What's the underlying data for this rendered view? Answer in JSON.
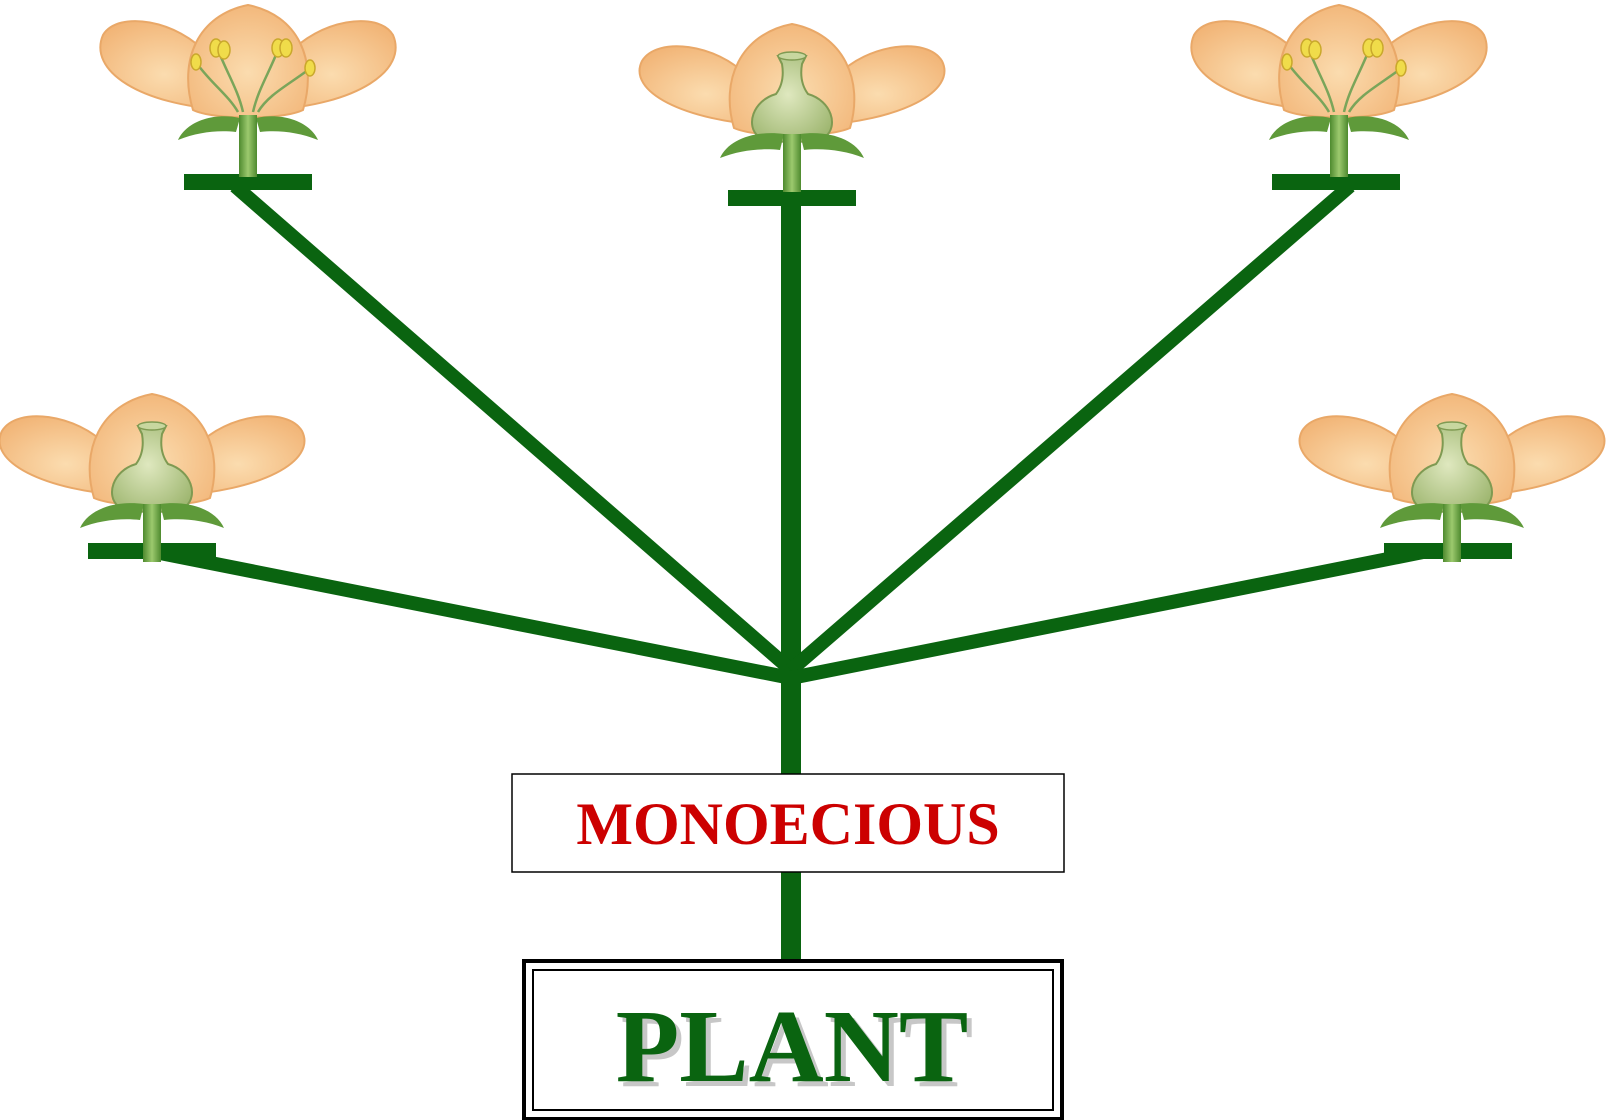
{
  "labels": {
    "monoecious": "MONOECIOUS",
    "plant": "PLANT"
  },
  "flowers": [
    {
      "id": "top-left",
      "type": "male"
    },
    {
      "id": "top-center",
      "type": "female"
    },
    {
      "id": "top-right",
      "type": "male"
    },
    {
      "id": "middle-left",
      "type": "female"
    },
    {
      "id": "middle-right",
      "type": "female"
    }
  ],
  "colors": {
    "stem": "#0a6410",
    "monoecious_text": "#cc0000",
    "plant_text": "#0a6410",
    "petal": "#f7c38a",
    "petal_shade": "#ecae6e",
    "pistil": "#b5c98a",
    "sepal": "#5f9a3a",
    "stamen": "#e9d43c"
  },
  "icons": {
    "male_flower": "stamen-flower-icon",
    "female_flower": "pistil-flower-icon"
  }
}
